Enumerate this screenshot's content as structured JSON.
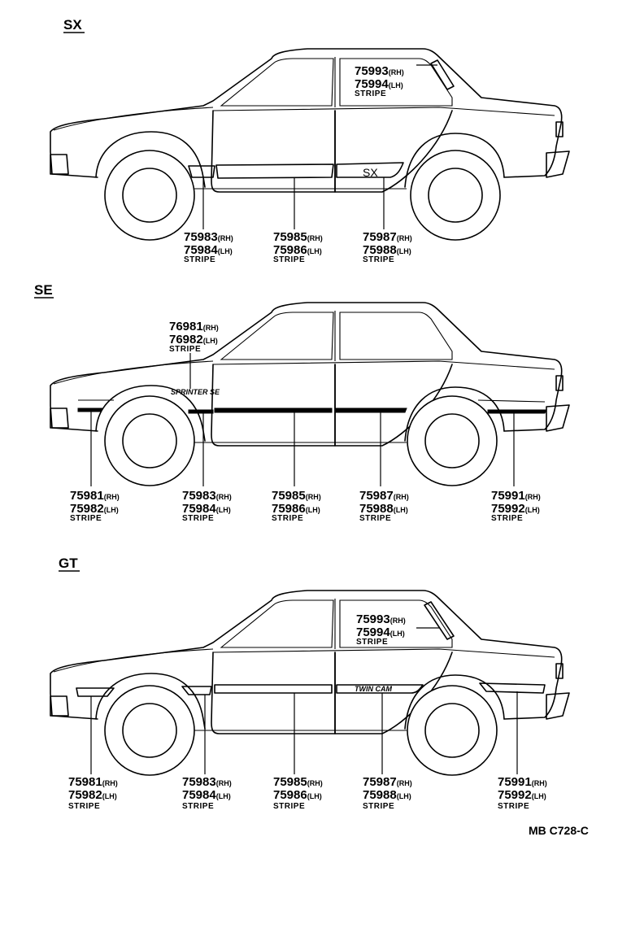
{
  "sections": [
    {
      "label": "SX",
      "emblem": "SX",
      "callouts": [
        {
          "rh": "75993",
          "rh_tag": "(RH)",
          "lh": "75994",
          "lh_tag": "(LH)",
          "note": "STRIPE"
        },
        {
          "rh": "75983",
          "rh_tag": "(RH)",
          "lh": "75984",
          "lh_tag": "(LH)",
          "note": "STRIPE"
        },
        {
          "rh": "75985",
          "rh_tag": "(RH)",
          "lh": "75986",
          "lh_tag": "(LH)",
          "note": "STRIPE"
        },
        {
          "rh": "75987",
          "rh_tag": "(RH)",
          "lh": "75988",
          "lh_tag": "(LH)",
          "note": "STRIPE"
        }
      ]
    },
    {
      "label": "SE",
      "emblem": "SPRINTER SE",
      "callouts": [
        {
          "rh": "76981",
          "rh_tag": "(RH)",
          "lh": "76982",
          "lh_tag": "(LH)",
          "note": "STRIPE"
        },
        {
          "rh": "75981",
          "rh_tag": "(RH)",
          "lh": "75982",
          "lh_tag": "(LH)",
          "note": "STRIPE"
        },
        {
          "rh": "75983",
          "rh_tag": "(RH)",
          "lh": "75984",
          "lh_tag": "(LH)",
          "note": "STRIPE"
        },
        {
          "rh": "75985",
          "rh_tag": "(RH)",
          "lh": "75986",
          "lh_tag": "(LH)",
          "note": "STRIPE"
        },
        {
          "rh": "75987",
          "rh_tag": "(RH)",
          "lh": "75988",
          "lh_tag": "(LH)",
          "note": "STRIPE"
        },
        {
          "rh": "75991",
          "rh_tag": "(RH)",
          "lh": "75992",
          "lh_tag": "(LH)",
          "note": "STRIPE"
        }
      ]
    },
    {
      "label": "GT",
      "emblem": "TWIN CAM",
      "callouts": [
        {
          "rh": "75993",
          "rh_tag": "(RH)",
          "lh": "75994",
          "lh_tag": "(LH)",
          "note": "STRIPE"
        },
        {
          "rh": "75981",
          "rh_tag": "(RH)",
          "lh": "75982",
          "lh_tag": "(LH)",
          "note": "STRIPE"
        },
        {
          "rh": "75983",
          "rh_tag": "(RH)",
          "lh": "75984",
          "lh_tag": "(LH)",
          "note": "STRIPE"
        },
        {
          "rh": "75985",
          "rh_tag": "(RH)",
          "lh": "75986",
          "lh_tag": "(LH)",
          "note": "STRIPE"
        },
        {
          "rh": "75987",
          "rh_tag": "(RH)",
          "lh": "75988",
          "lh_tag": "(LH)",
          "note": "STRIPE"
        },
        {
          "rh": "75991",
          "rh_tag": "(RH)",
          "lh": "75992",
          "lh_tag": "(LH)",
          "note": "STRIPE"
        }
      ]
    }
  ],
  "reference": "MB C728-C"
}
